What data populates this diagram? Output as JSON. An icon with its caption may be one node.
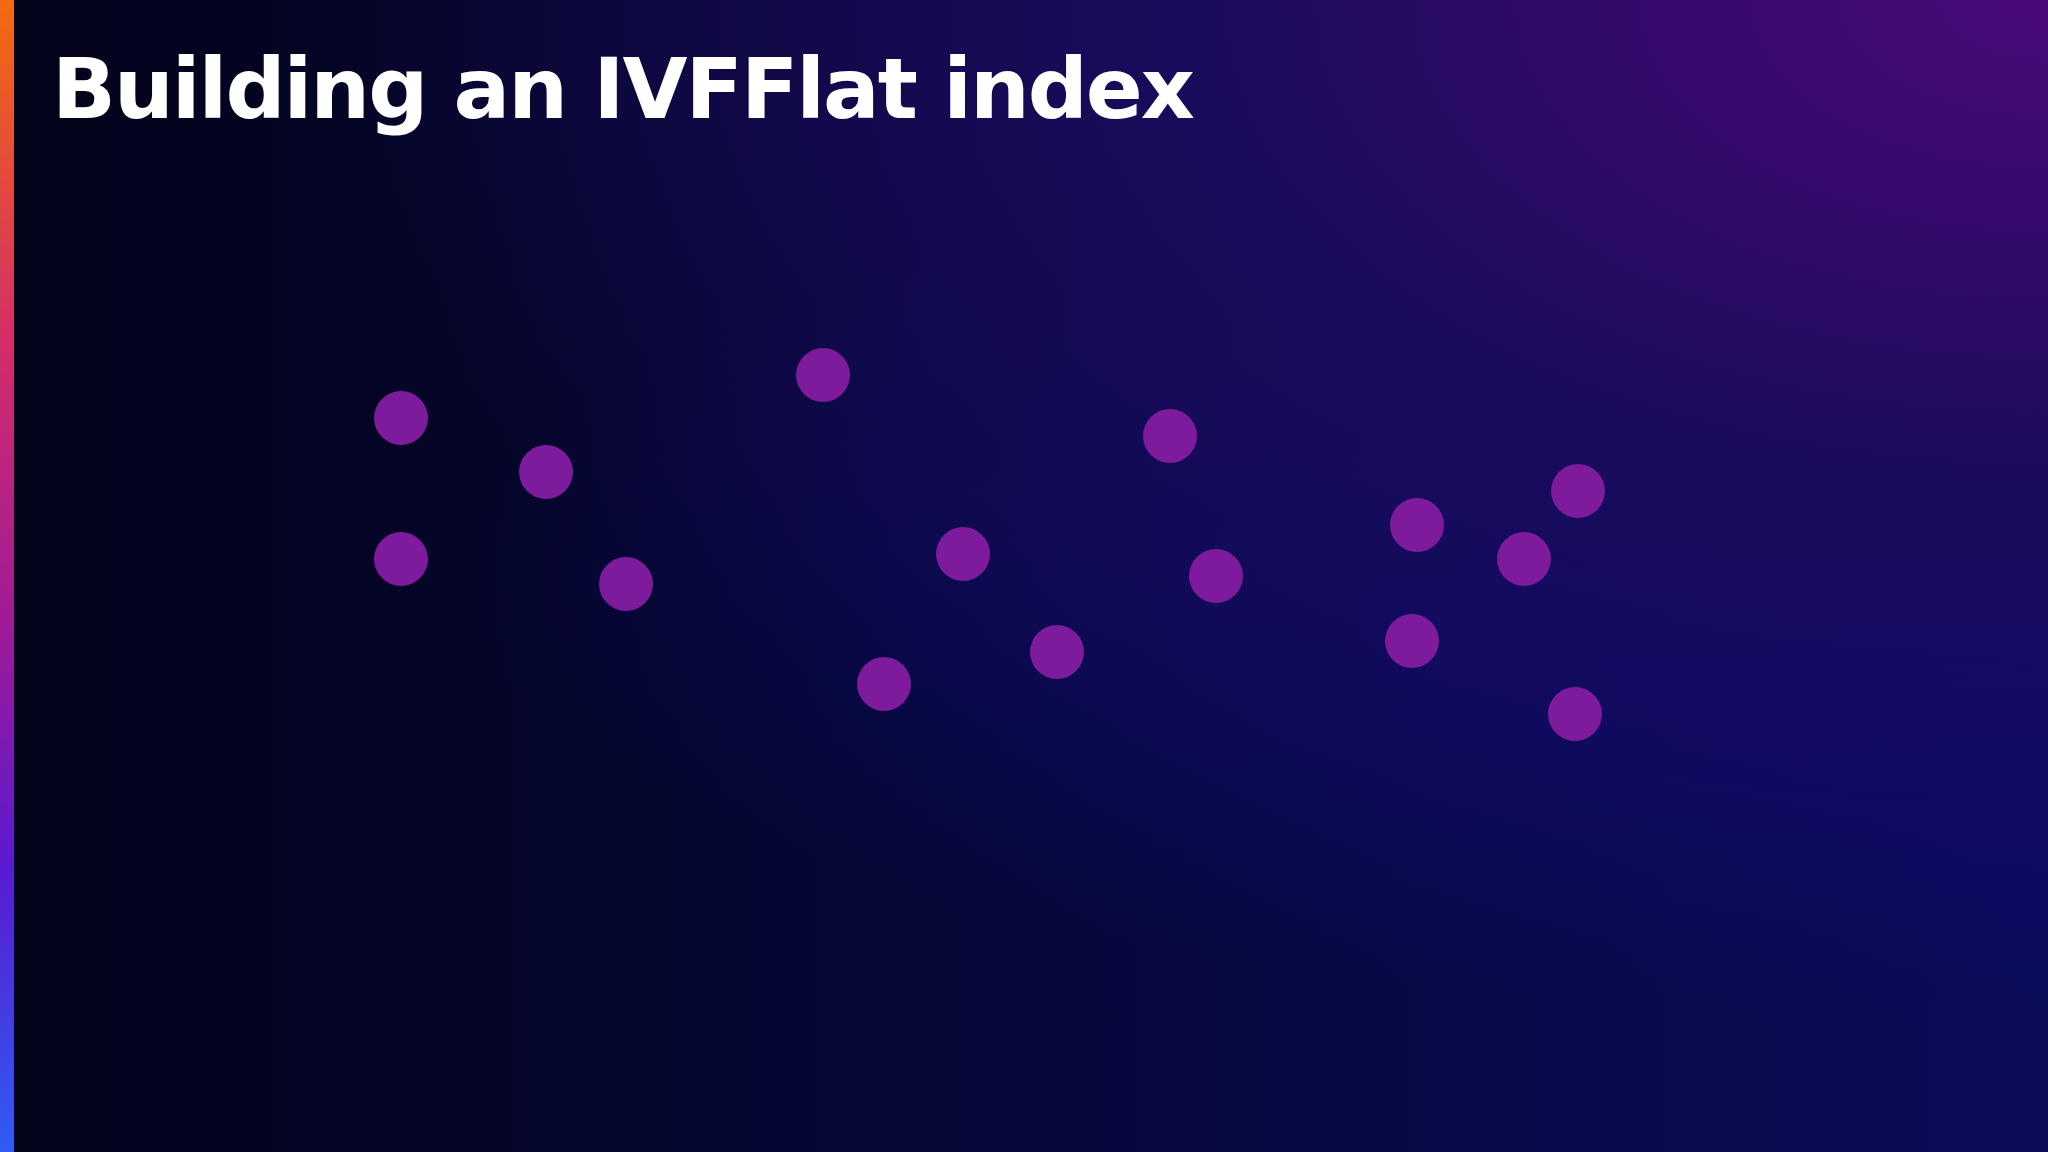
{
  "diagram": {
    "title": "Building an IVFFlat index",
    "nodes": [
      {
        "text": [],
        "shape": "circle"
      },
      {
        "text": [],
        "shape": "circle"
      },
      {
        "text": [],
        "shape": "circle"
      },
      {
        "text": [],
        "shape": "circle"
      },
      {
        "text": [],
        "shape": "circle"
      },
      {
        "text": [],
        "shape": "circle"
      },
      {
        "text": [],
        "shape": "circle"
      },
      {
        "text": [],
        "shape": "circle"
      },
      {
        "text": [],
        "shape": "circle"
      },
      {
        "text": [],
        "shape": "circle"
      },
      {
        "text": [],
        "shape": "circle"
      },
      {
        "text": [],
        "shape": "circle"
      },
      {
        "text": [],
        "shape": "circle"
      },
      {
        "text": [],
        "shape": "circle"
      },
      {
        "text": [],
        "shape": "circle"
      }
    ]
  }
}
